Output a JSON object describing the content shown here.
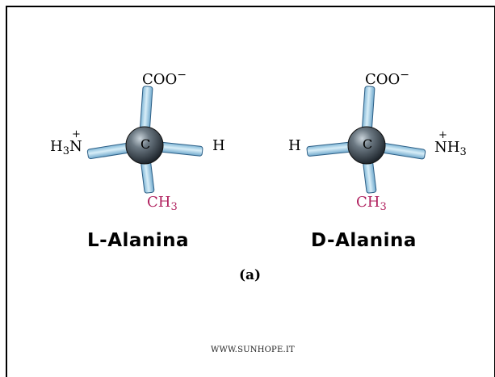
{
  "molecules": [
    {
      "name": "L-Alanina",
      "center": "C",
      "top": {
        "text": "COO",
        "sup": "−"
      },
      "left": {
        "main": "H",
        "sub": "3",
        "tail": "N",
        "charge": "+"
      },
      "right": {
        "text": "H"
      },
      "bottom": {
        "main": "CH",
        "sub": "3"
      }
    },
    {
      "name": "D-Alanina",
      "center": "C",
      "top": {
        "text": "COO",
        "sup": "−"
      },
      "left": {
        "text": "H"
      },
      "right": {
        "charge": "+",
        "main": "NH",
        "sub": "3"
      },
      "bottom": {
        "main": "CH",
        "sub": "3"
      }
    }
  ],
  "caption": "(a)",
  "footer": "WWW.SUNHOPE.IT",
  "colors": {
    "stick_fill": "#a9d4ea",
    "stick_edge": "#2d5f86",
    "atom": "#3a4550",
    "methyl": "#b0205e"
  }
}
